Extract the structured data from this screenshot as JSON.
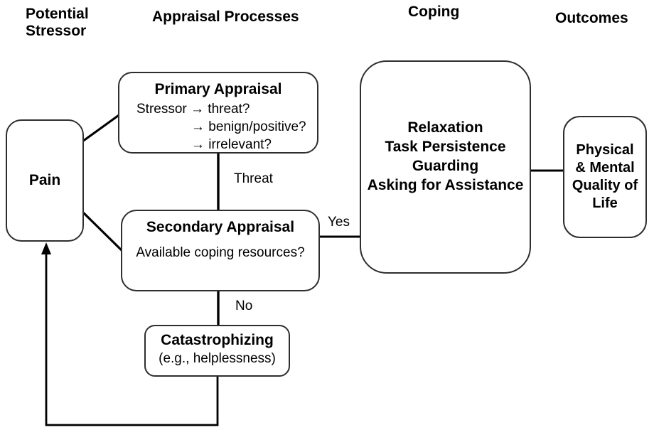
{
  "headers": {
    "potential_stressor": "Potential Stressor",
    "appraisal_processes": "Appraisal Processes",
    "coping": "Coping",
    "outcomes": "Outcomes"
  },
  "nodes": {
    "pain": {
      "label": "Pain"
    },
    "primary_appraisal": {
      "title": "Primary Appraisal",
      "lines": [
        "Stressor → threat?",
        "→ benign/positive?",
        "→ irrelevant?"
      ]
    },
    "secondary_appraisal": {
      "title": "Secondary Appraisal",
      "body": "Available coping resources?"
    },
    "catastrophizing": {
      "title": "Catastrophizing",
      "body": "(e.g., helplessness)"
    },
    "coping_strategies": {
      "lines": [
        "Relaxation",
        "Task Persistence",
        "Guarding",
        "Asking for Assistance"
      ]
    },
    "outcomes": {
      "label": "Physical & Mental Quality of Life"
    }
  },
  "connector_labels": {
    "threat": "Threat",
    "yes": "Yes",
    "no": "No"
  },
  "colors": {
    "line": "#000000",
    "border": "#2e2e2e",
    "background": "#ffffff",
    "text": "#000000"
  }
}
